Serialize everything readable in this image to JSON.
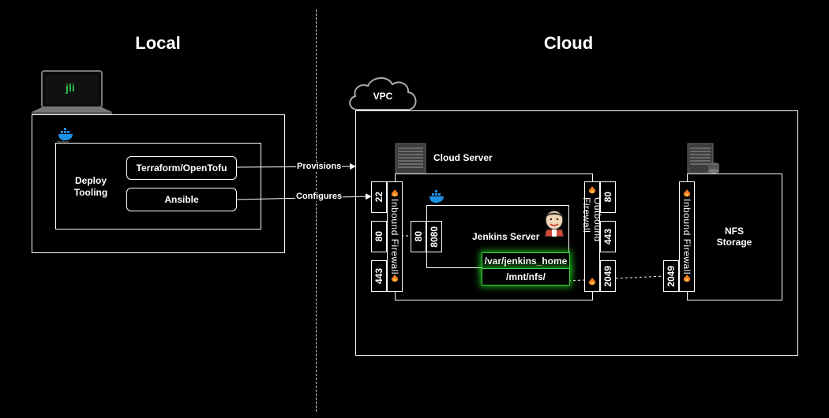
{
  "regions": {
    "local": "Local",
    "cloud": "Cloud"
  },
  "vpc": {
    "label": "VPC"
  },
  "local": {
    "deploy_tooling": "Deploy\nTooling",
    "terraform": "Terraform/OpenTofu",
    "ansible": "Ansible"
  },
  "arrows": {
    "provisions": "Provisions",
    "configures": "Configures"
  },
  "cloud_server": {
    "label": "Cloud Server",
    "jenkins_server": "Jenkins Server",
    "mount_home": "/var/jenkins_home",
    "mount_nfs": "/mnt/nfs/",
    "inbound_firewall": "Inbound Firewall",
    "outbound_firewall": "Outbound Firewall",
    "inbound_ports": [
      "22",
      "80",
      "443"
    ],
    "outbound_ports": [
      "80",
      "443",
      "2049"
    ],
    "container_ports": [
      "80",
      "8080"
    ]
  },
  "nfs": {
    "label": "NFS\nStorage",
    "inbound_firewall": "Inbound Firewall",
    "port": "2049"
  },
  "colors": {
    "background": "#000000",
    "line": "#ffffff",
    "glow": "#3bd13b",
    "flame": "#f47c20",
    "docker": "#1d91e6"
  }
}
